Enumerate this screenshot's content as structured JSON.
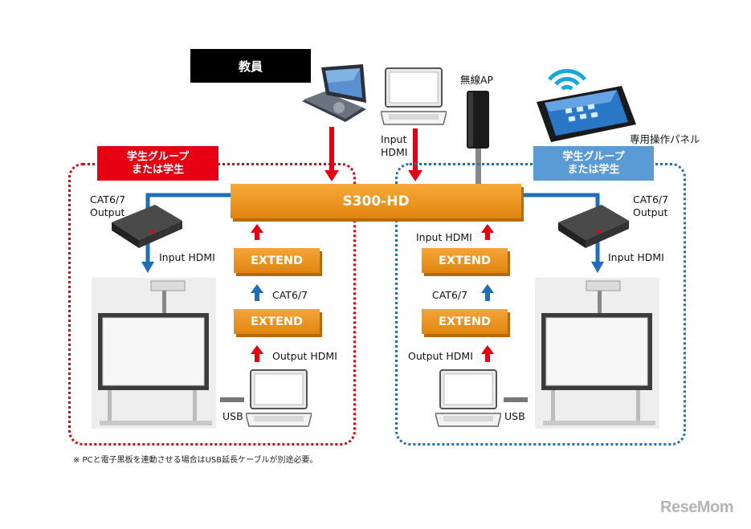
{
  "teacher_label": "教員",
  "wireless_ap_label": "無線AP",
  "control_panel_label": "専用操作パネル",
  "left_group": {
    "line1": "学生グループ",
    "line2": "または学生"
  },
  "right_group": {
    "line1": "学生グループ",
    "line2": "または学生"
  },
  "hub_label": "S300-HD",
  "extend_label": "EXTEND",
  "top_input_line1": "Input",
  "top_input_line2": "HDMI",
  "cat_output_line1": "CAT6/7",
  "cat_output_line2": "Output",
  "input_hdmi": "Input HDMI",
  "cat67": "CAT6/7",
  "output_hdmi": "Output HDMI",
  "usb": "USB",
  "footnote": "※  PCと電子黒板を連動させる場合はUSB延長ケーブルが別途必要。",
  "logo_text": "ReseMom",
  "colors": {
    "red": "#e60012",
    "blue": "#1f6fb8",
    "orange": "#ee9320",
    "light_blue": "#5b9bd5"
  }
}
